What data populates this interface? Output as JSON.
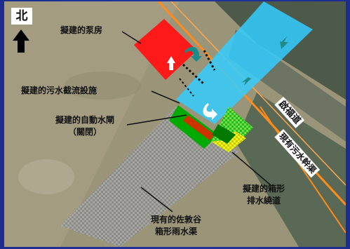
{
  "north": {
    "label": "北"
  },
  "labels": {
    "pump_house": "擬建的泵房",
    "sewage_interception": "擬建的污水截流設施",
    "auto_gate_line1": "擬建的自動水閘",
    "auto_gate_line2": "（關閉）",
    "box_culvert_line1": "擬建的箱形",
    "box_culvert_line2": "排水繞道",
    "existing_channel_line1": "現有的佐敦谷",
    "existing_channel_line2": "箱形雨水渠",
    "road": "啟福道",
    "sewer_line1": "現有污水幹渠"
  },
  "colors": {
    "frame": "#1c2d8f",
    "pump_house": "#ff1a1a",
    "cyan_channel": "#33ccff",
    "green_gate": "#00aa00",
    "gate_bar": "#cc3300",
    "yellow_culvert": "#e6f000",
    "grey_channel": "#9a9a9a",
    "orange_line": "#ff8c1a",
    "flow_arrow": "#1f8a8a"
  },
  "icons": [
    "north-arrow-icon",
    "flow-arrow-icon"
  ]
}
